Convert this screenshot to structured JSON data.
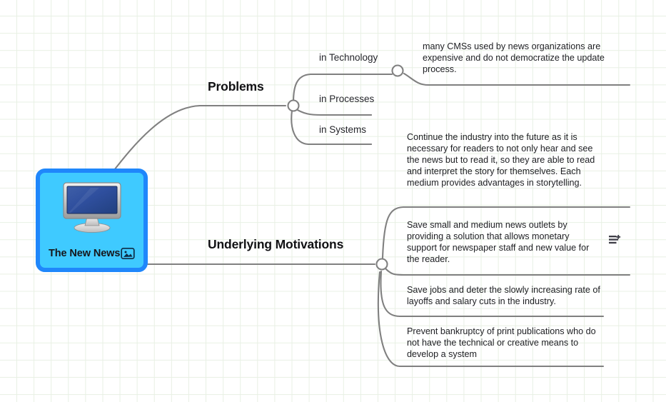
{
  "app": {
    "canvas_background": "#ffffff",
    "grid_color": "#e8f0e4",
    "connector_color": "#808080"
  },
  "root": {
    "label": "The New News",
    "icon": "monitor-icon",
    "attachment_icon": "image-icon",
    "fill_color": "#3fcaff",
    "border_color": "#1f87fb"
  },
  "branches": [
    {
      "id": "problems",
      "title": "Problems",
      "children": [
        {
          "id": "technology",
          "label": "in Technology"
        },
        {
          "id": "processes",
          "label": "in Processes"
        },
        {
          "id": "systems",
          "label": "in Systems"
        }
      ]
    },
    {
      "id": "motivations",
      "title": "Underlying Motivations",
      "children": []
    }
  ],
  "notes": {
    "cms": "many CMSs used by news organizations are expensive and do not democratize the update process.",
    "continue": "Continue the industry into the future as it is necessary for readers to not only hear and see the news but to read it, so they are able to read and interpret the story for themselves. Each medium provides advantages in storytelling.",
    "save_outlets": "Save small and medium news outlets by providing a solution that allows monetary support for newspaper staff and new value for the reader.",
    "save_jobs": "Save jobs and deter the slowly increasing rate of layoffs and salary cuts in the industry.",
    "bankruptcy": "Prevent bankruptcy of print publications who do not have the technical or creative means to develop a system"
  },
  "icons": {
    "add_topic": "add-topic-icon"
  }
}
